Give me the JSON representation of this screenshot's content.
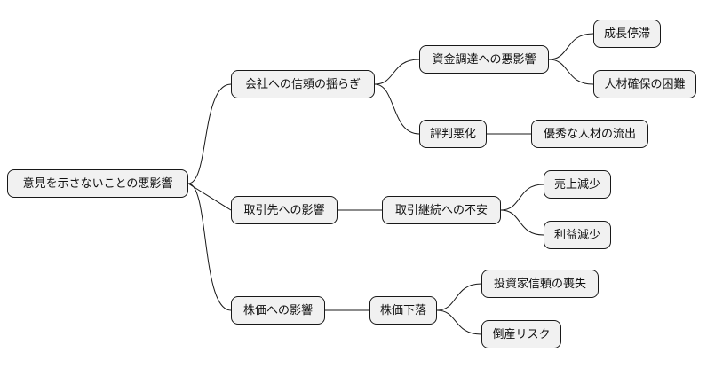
{
  "root": {
    "label": "意見を示さないことの悪影響"
  },
  "branch_trust": {
    "label": "会社への信頼の揺らぎ",
    "funding": {
      "label": "資金調達への悪影響",
      "stagnation": {
        "label": "成長停滞"
      },
      "hiring": {
        "label": "人材確保の困難"
      }
    },
    "reputation": {
      "label": "評判悪化",
      "talent": {
        "label": "優秀な人材の流出"
      }
    }
  },
  "branch_partners": {
    "label": "取引先への影響",
    "anxiety": {
      "label": "取引継続への不安",
      "sales": {
        "label": "売上減少"
      },
      "profit": {
        "label": "利益減少"
      }
    }
  },
  "branch_stock": {
    "label": "株価への影響",
    "decline": {
      "label": "株価下落",
      "investors": {
        "label": "投資家信頼の喪失"
      },
      "bankruptcy": {
        "label": "倒産リスク"
      }
    }
  }
}
